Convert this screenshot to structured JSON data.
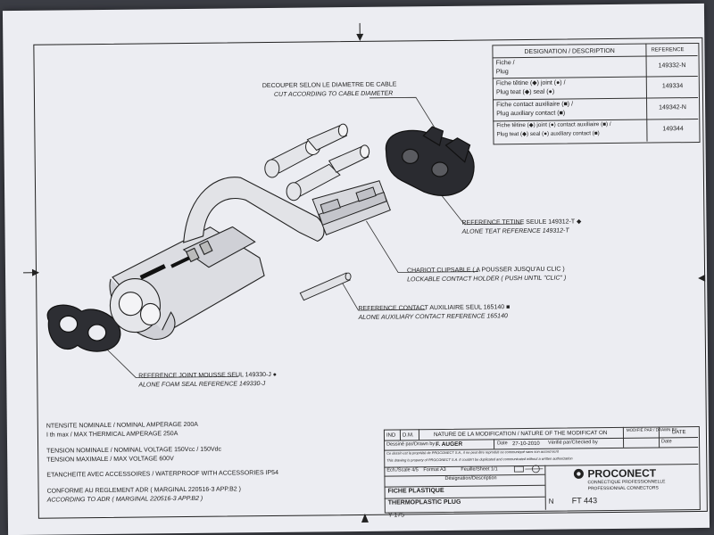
{
  "designation_table": {
    "header_designation": "DESIGNATION / DESCRIPTION",
    "header_reference": "REFERENCE",
    "rows": [
      {
        "line1": "Fiche /",
        "line2": "Plug",
        "ref": "149332-N"
      },
      {
        "line1": "Fiche   têtine (◆)  joint (●) /",
        "line2": "Plug   teat (◆)   seal (●)",
        "ref": "149334"
      },
      {
        "line1": "Fiche   contact auxiliaire (■) /",
        "line2": "Plug   auxiliary contact (■)",
        "ref": "149342-N"
      },
      {
        "line1": "Fiche   têtine (◆)  joint (●)   contact auxiliaire (■) /",
        "line2": "Plug   teat (◆)   seal (●)   auxiliary contact (■)",
        "ref": "149344"
      }
    ]
  },
  "callouts": {
    "cut_fr": "DECOUPER SELON LE DIAMETRE DE CABLE",
    "cut_en": "CUT ACCORDING TO CABLE DIAMETER",
    "teat_fr": "REFERENCE TETINE SEULE  149312-T ◆",
    "teat_en": "ALONE TEAT REFERENCE  149312-T",
    "holder_fr": "CHARIOT CLIPSABLE ( A POUSSER JUSQU'AU  CLIC )",
    "holder_en": "LOCKABLE CONTACT HOLDER ( PUSH UNTIL \"CLIC\" )",
    "aux_fr": "REFERENCE CONTACT AUXILIAIRE SEUL  165140 ■",
    "aux_en": "ALONE AUXILIARY CONTACT REFERENCE  165140",
    "seal_fr": "REFERENCE JOINT MOUSSE SEUL  149330-J ●",
    "seal_en": "ALONE FOAM SEAL REFERENCE  149330-J"
  },
  "specs": {
    "current_nominal": "NTENSITE NOMINALE / NOMINAL AMPERAGE  200A",
    "current_thermal": "I th max / MAX THERMICAL AMPERAGE  250A",
    "voltage_nominal": "TENSION NOMINALE / NOMINAL VOLTAGE  150Vcc / 150Vdc",
    "voltage_max": "TENSION MAXIMALE / MAX VOLTAGE  600V",
    "waterproof": "ETANCHEITE AVEC ACCESSOIRES / WATERPROOF WITH ACCESSORIES  IP54",
    "adr_fr": "CONFORME AU REGLEMENT ADR ( MARGINAL 220516-3 APP.B2 )",
    "adr_en": "ACCORDING TO ADR ( MARGINAL 220516-3 APP.B2 )"
  },
  "title_block": {
    "ind": "IND",
    "dm": "D.M.",
    "nature": "NATURE DE LA MODIFICATION / NATURE OF THE MODIFICAT ON",
    "modified_by": "MODIFIÉ PAR / DRAWN BY",
    "date_header": "DATE",
    "drawn_label": "Dessiné par/Drawn by",
    "drawn_value": "F. AUGER",
    "date_label": "Date",
    "date_value": "27-10-2010",
    "checked_label": "Vérifié par/Checked by",
    "date2": "Date",
    "notice1": "Ce dessin est la propriété de PROCONECT S.A., il ne peut être reproduit ou communiqué sans son accord écrit",
    "notice2": "This drawing is property of PROCONECT S.A. It couldn't be duplicated and communicated without a written authorization",
    "scale": "Ech./Scale  4/5",
    "format": "Format  A3",
    "sheet": "Feuille/Sheet  1/1",
    "designation_label": "Désignation/Description",
    "name1": "FICHE PLASTIQUE",
    "name2": "THERMOPLASTIC PLUG",
    "code": "Y 175",
    "n_label": "N",
    "number": "FT 443",
    "company": "PROCONECT",
    "company_sub1": "CONNECTIQUE PROFESSIONNELLE",
    "company_sub2": "PROFESSIONNAL CONNECTORS"
  }
}
